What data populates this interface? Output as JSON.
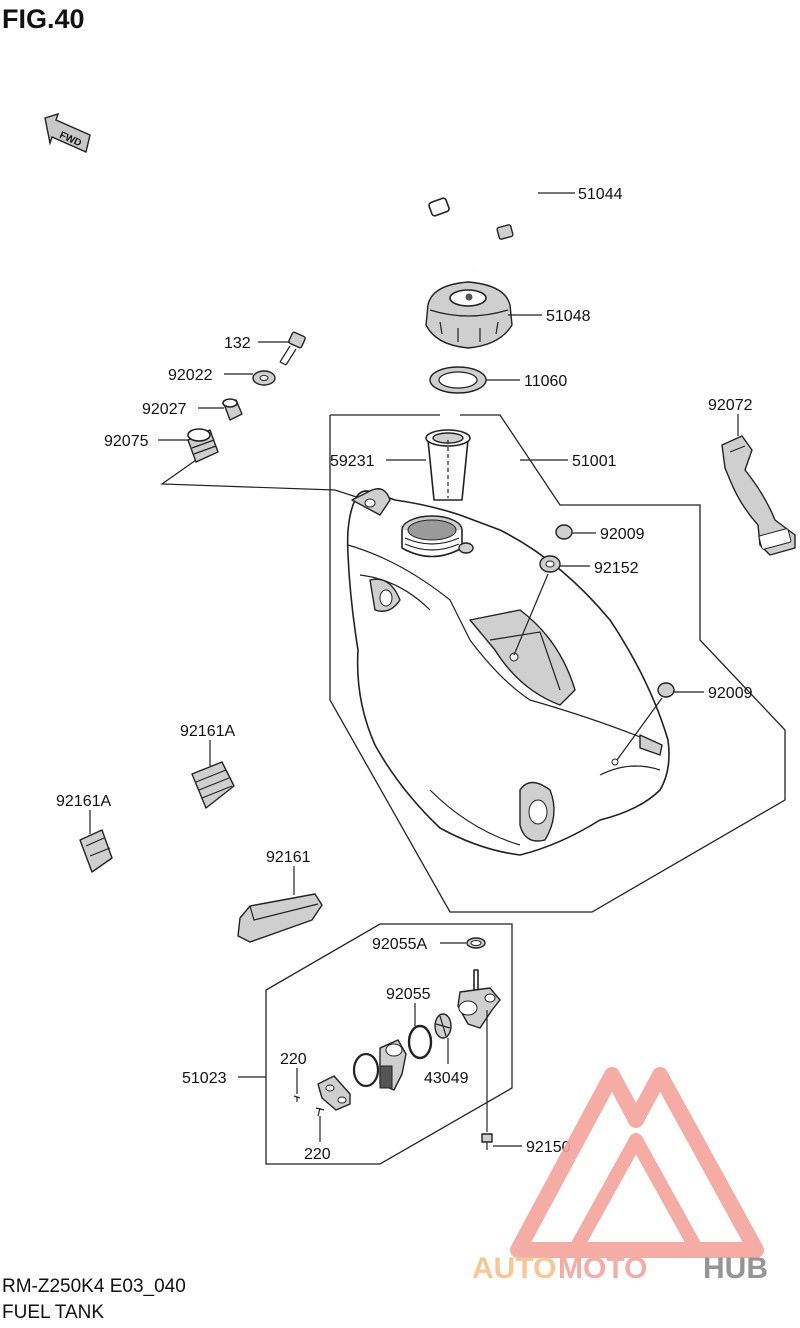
{
  "figure": {
    "title": "FIG.40",
    "model_code": "RM-Z250K4 E03_040",
    "section_name": "FUEL TANK",
    "direction_marker": "FWD"
  },
  "parts": {
    "p51044": "51044",
    "p51048": "51048",
    "p11060": "11060",
    "p132": "132",
    "p92022": "92022",
    "p92027": "92027",
    "p92075": "92075",
    "p59231": "59231",
    "p51001": "51001",
    "p92072": "92072",
    "p92009_top": "92009",
    "p92152": "92152",
    "p92009_bottom": "92009",
    "p92161A_upper": "92161A",
    "p92161A_lower": "92161A",
    "p92161": "92161",
    "p92055A": "92055A",
    "p92055": "92055",
    "p43049": "43049",
    "p51023": "51023",
    "p220_upper": "220",
    "p220_lower": "220",
    "p92150": "92150"
  },
  "watermark": {
    "text_part1": "AUTO",
    "text_part2": "MOTO",
    "text_part3": "HUB",
    "color_red": "#f08a80",
    "color_orange": "#f7c289",
    "color_gray": "#8a8a8a"
  }
}
